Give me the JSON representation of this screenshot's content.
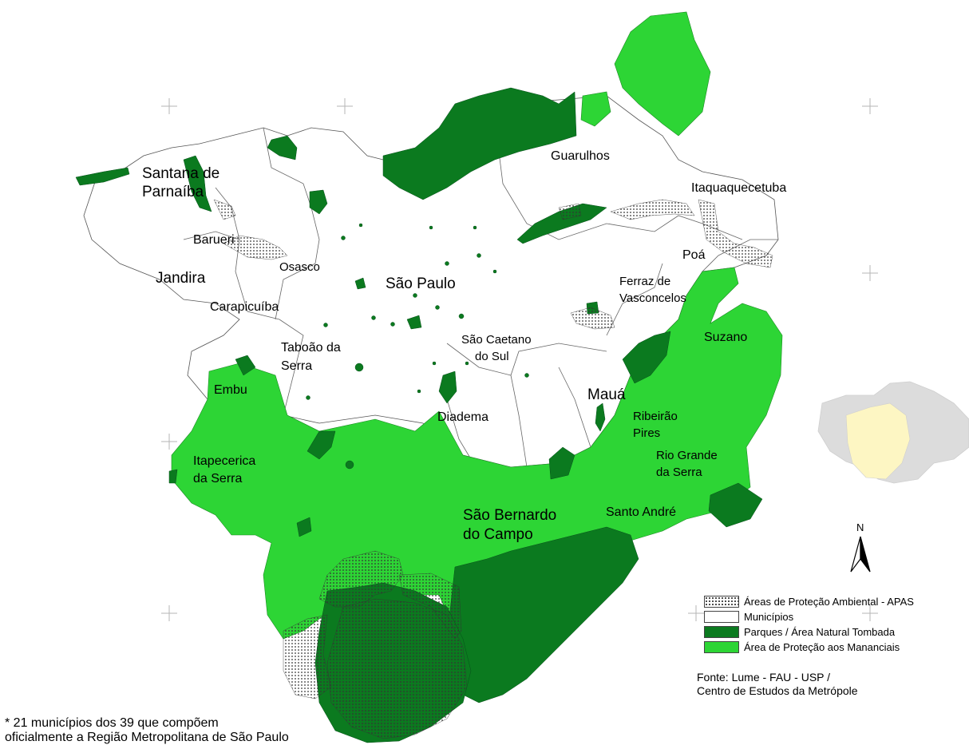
{
  "colors": {
    "apa_pattern": "#333333",
    "municipios": "#ffffff",
    "parques": "#0b7a1f",
    "mananciais": "#2dd535",
    "locator_state": "#dcdcdc",
    "locator_region": "#fdf6c3",
    "boundary": "#555555"
  },
  "labels": {
    "santana": "Santana de",
    "santana2": "Parnaíba",
    "barueri": "Barueri",
    "osasco": "Osasco",
    "jandira": "Jandira",
    "carapicuiba": "Carapicuíba",
    "sao_paulo": "São Paulo",
    "taboao": "Taboão da",
    "taboao2": "Serra",
    "embu": "Embu",
    "itapecerica": "Itapecerica",
    "itapecerica2": "da Serra",
    "guarulhos": "Guarulhos",
    "itaquaquecetuba": "Itaquaquecetuba",
    "poa": "Poá",
    "ferraz": "Ferraz de",
    "ferraz2": "Vasconcelos",
    "suzano": "Suzano",
    "sao_caetano": "São  Caetano",
    "sao_caetano2": "do Sul",
    "maua": "Mauá",
    "diadema": "Diadema",
    "ribeirao": "Ribeirão",
    "ribeirao2": "Pires",
    "rio_grande": "Rio Grande",
    "rio_grande2": "da Serra",
    "sbc": "São Bernardo",
    "sbc2": "do Campo",
    "santo_andre": "Santo André"
  },
  "north_arrow": {
    "label": "N",
    "icon": "north-arrow-icon"
  },
  "legend": {
    "items": [
      {
        "key": "apa",
        "label": "Áreas de Proteção Ambiental - APAS"
      },
      {
        "key": "mun",
        "label": "Municípios"
      },
      {
        "key": "park",
        "label": "Parques / Área Natural Tombada"
      },
      {
        "key": "man",
        "label": "Área de Proteção aos Mananciais"
      }
    ]
  },
  "source": {
    "line1": "Fonte: Lume - FAU - USP /",
    "line2": "Centro de Estudos da Metrópole"
  },
  "note": {
    "line1": "* 21 municípios dos 39 que compõem",
    "line2": "oficialmente  a Região Metropolitana de São Paulo"
  }
}
